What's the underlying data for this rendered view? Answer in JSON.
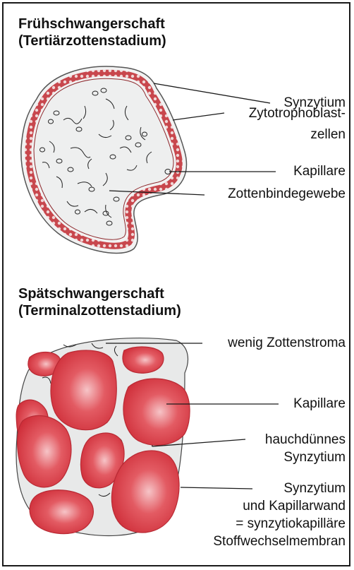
{
  "early": {
    "title_line1": "Frühschwangerschaft",
    "title_line2": "(Tertiärzottenstadium)",
    "labels": {
      "synzytium": "Synzytium",
      "zyto1": "Zytotrophoblast-",
      "zyto2": "zellen",
      "kapillare": "Kapillare",
      "bindegewebe": "Zottenbindegewebe"
    }
  },
  "late": {
    "title_line1": "Spätschwangerschaft",
    "title_line2": "(Terminalzottenstadium)",
    "labels": {
      "stroma": "wenig Zottenstroma",
      "kapillare": "Kapillare",
      "hauch1": "hauchdünnes",
      "hauch2": "Synzytium",
      "membran1": "Synzytium",
      "membran2": "und Kapillarwand",
      "membran3": "= synzytiokapilläre",
      "membran4": "Stoffwechselmembran"
    }
  },
  "colors": {
    "capillary": "#d83a44",
    "capillary_light": "#f3b0b4",
    "stroma": "#e9eaea",
    "syncytium_border": "#8e2a2e",
    "line": "#1a1a1a"
  }
}
